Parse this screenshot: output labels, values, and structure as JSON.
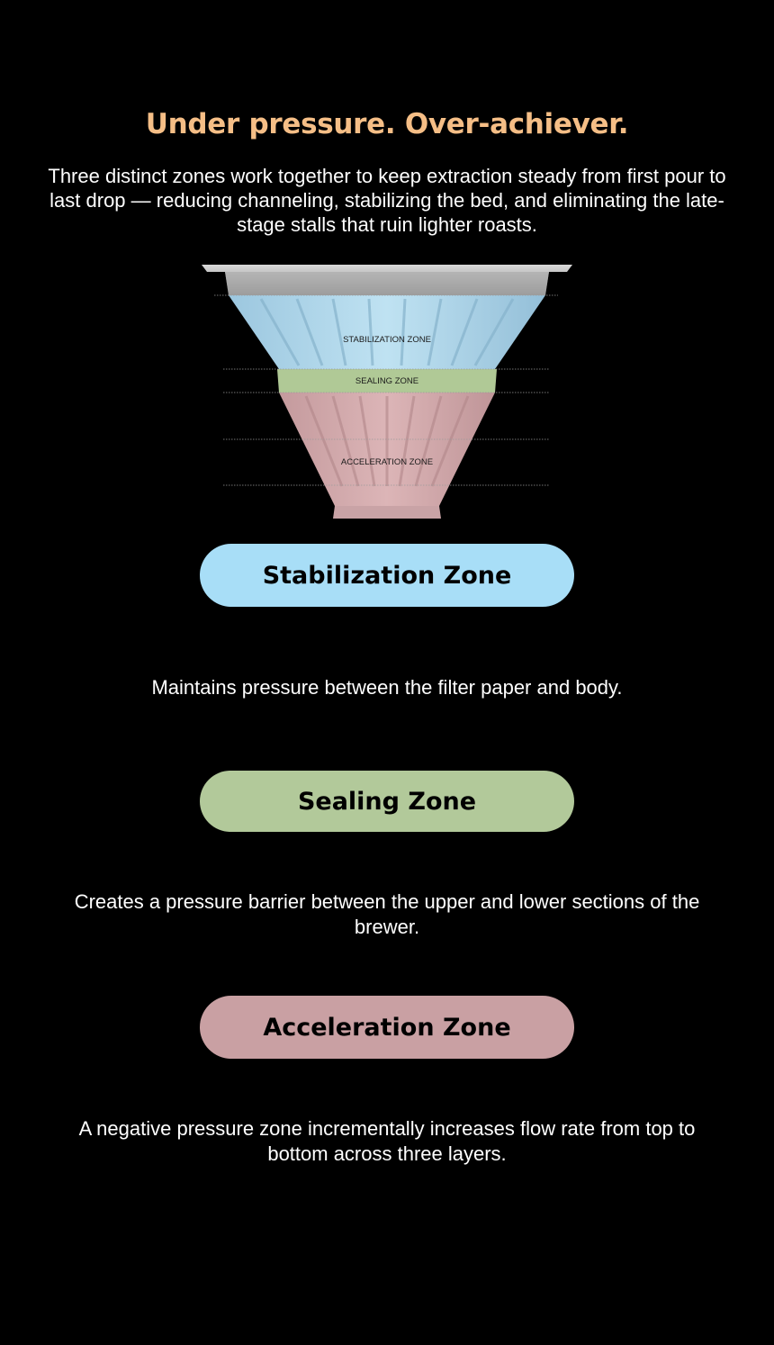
{
  "header": {
    "title": "Under pressure. Over-achiever.",
    "title_color": "#F5BE86",
    "intro": "Three distinct zones work together to keep extraction steady from first pour to last drop — reducing channeling, stabilizing the bed, and eliminating the late-stage stalls that ruin lighter roasts."
  },
  "diagram": {
    "labels": {
      "stabilization": "STABILIZATION ZONE",
      "sealing": "SEALING ZONE",
      "acceleration": "ACCELERATION ZONE"
    }
  },
  "zones": [
    {
      "name": "Stabilization Zone",
      "color": "#A8DEF7",
      "description": "Maintains pressure between the filter paper and body."
    },
    {
      "name": "Sealing Zone",
      "color": "#B2C99A",
      "description": "Creates a pressure barrier between the upper and lower sections of the brewer."
    },
    {
      "name": "Acceleration Zone",
      "color": "#C9A0A3",
      "description": "A negative pressure zone incrementally increases flow rate from top to bottom across three layers."
    }
  ]
}
